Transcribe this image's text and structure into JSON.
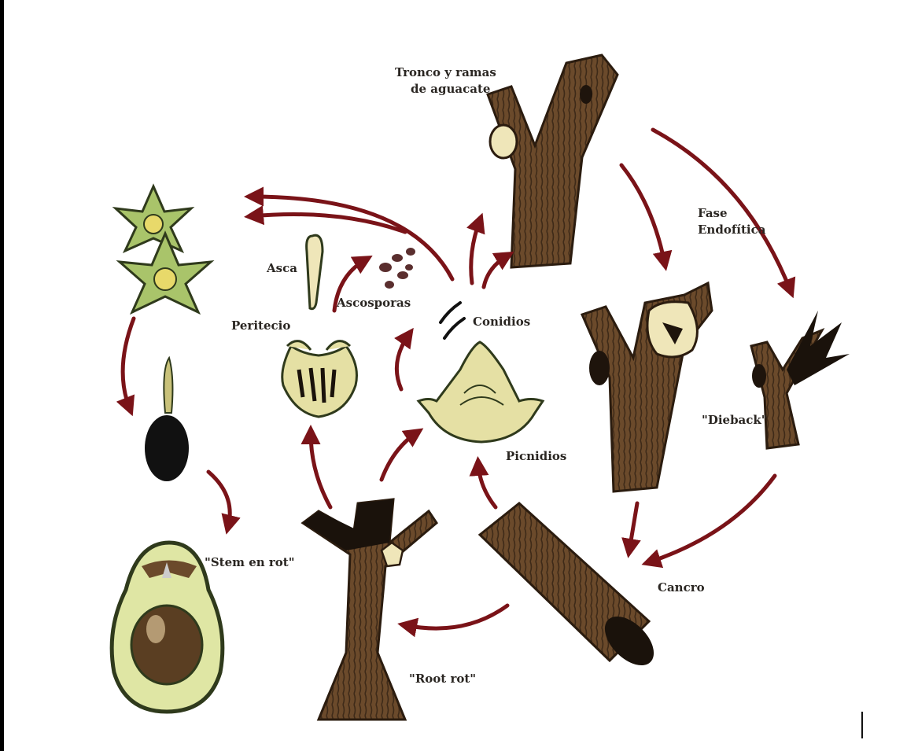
{
  "labels": {
    "tronco_1": "Tronco y ramas",
    "tronco_2": "de aguacate",
    "fase_1": "Fase",
    "fase_2": "Endofítica",
    "asca": "Asca",
    "ascosporas": "Ascosporas",
    "peritecio": "Peritecio",
    "conidios": "Conidios",
    "picnidios": "Picnidios",
    "dieback": "\"Dieback\"",
    "stem_rot": "\"Stem en rot\"",
    "cancro": "Cancro",
    "root_rot": "\"Root rot\""
  },
  "colors": {
    "arrow": "#7a1318",
    "bark": "#6b4a2b",
    "bark_dark": "#3e2a18",
    "flower": "#a9c46a",
    "fruit_pulp": "#dfe6a4",
    "fruit_skin": "#2f3a1c",
    "seed": "#5a3e22",
    "fungus": "#e5e0a4"
  }
}
